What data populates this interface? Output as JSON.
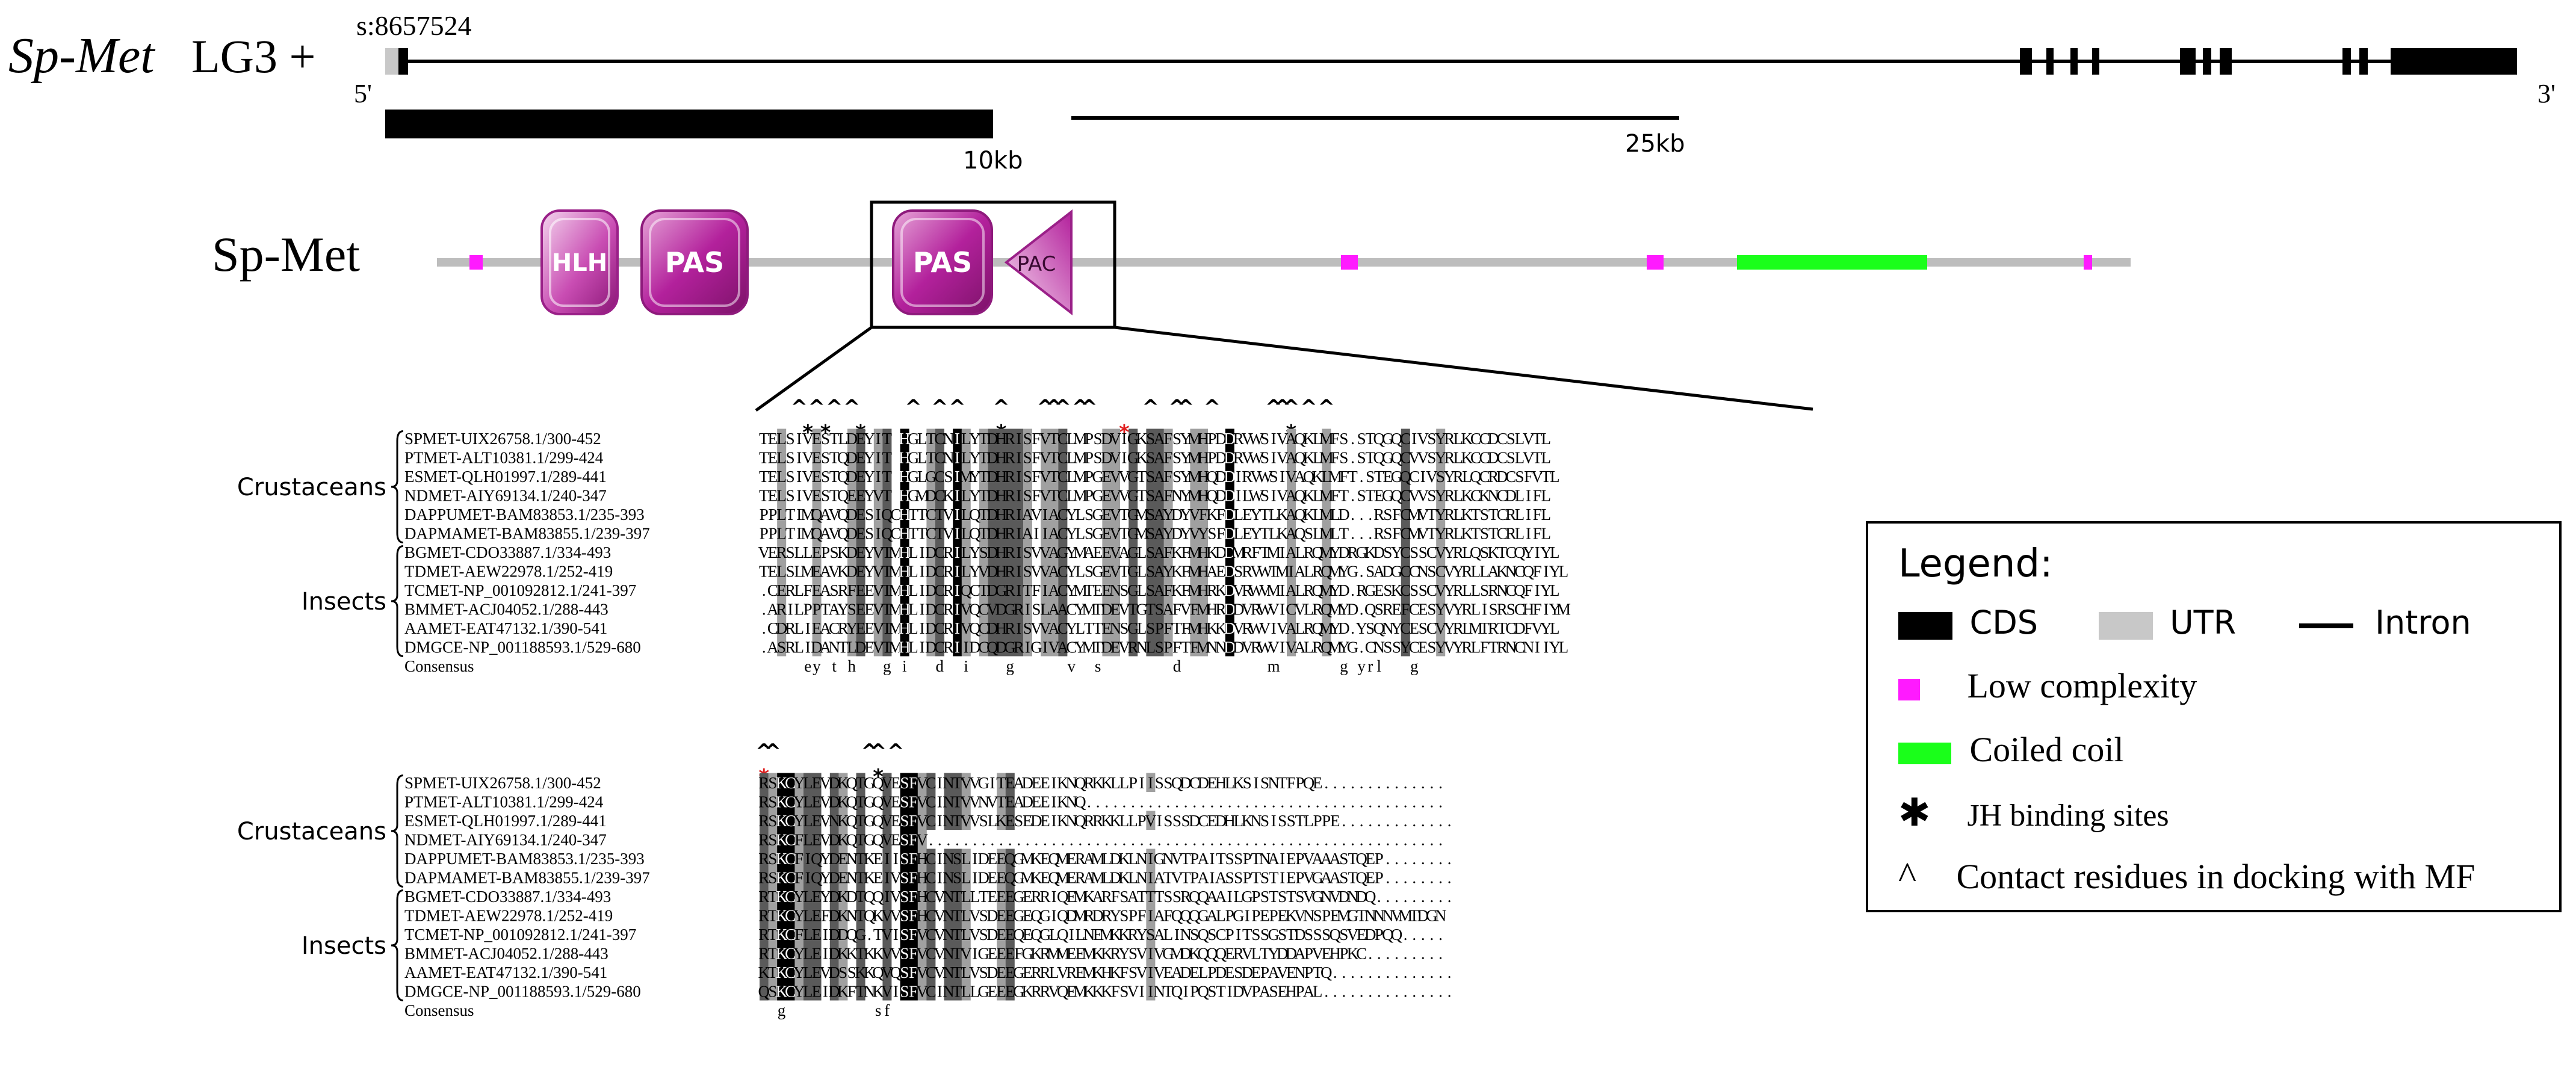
{
  "gene": {
    "name": "Sp-Met",
    "linkage": "LG3 +",
    "start_label": "s:8657524",
    "five_prime": "5'",
    "three_prime": "3'",
    "scale_10": "10kb",
    "scale_25": "25kb"
  },
  "protein": {
    "name": "Sp-Met",
    "domains": [
      {
        "id": "hlh",
        "label": "HLH"
      },
      {
        "id": "pas1",
        "label": "PAS"
      },
      {
        "id": "pas2",
        "label": "PAS"
      },
      {
        "id": "pac",
        "label": "PAC"
      }
    ]
  },
  "alignment": {
    "group_crustaceans": "Crustaceans",
    "group_insects": "Insects",
    "consensus_label": "Consensus",
    "names": [
      "SPMET-UIX26758.1/300-452",
      "PTMET-ALT10381.1/299-424",
      "ESMET-QLH01997.1/289-441",
      "NDMET-AIY69134.1/240-347",
      "DAPPUMET-BAM83853.1/235-393",
      "DAPMAMET-BAM83855.1/239-397",
      "BGMET-CDO33887.1/334-493",
      "TDMET-AEW22978.1/252-419",
      "TCMET-NP_001092812.1/241-397",
      "BMMET-ACJ04052.1/288-443",
      "AAMET-EAT47132.1/390-541",
      "DMGCE-NP_001188593.1/529-680"
    ],
    "block1": {
      "caret_row": "    ^ ^ ^ ^      ^  ^ ^    ^    ^^^ ^^      ^  ^^  ^      ^^^ ^ ^",
      "star_row": "     * *   *               *             *                  *",
      "seqs": [
        "TELSIVESTLDEYIT HGLTCNILYTDHRISFVTCLMPSDVIGKSAFSYMHPDDRVWSIVAQKLMFS.STQGQCIVSYRLKCCDCSLVTL",
        "TELSIVESTQDEYIT HGLTCNILYTDHRISFVTCLMPSDVIGKSAFSYMHPDDRVWSIVAQKLMFS.STQGQCVVSYRLKCCDCSLVTL",
        "TELSIVESTQDEYIT HGLGCSIMYTDHRISFVTCLMPGEVVGTSAFSYMHQDDIRVWSIVAQKLMFT.STEGQCIVSYRLQCRDCSFVTL",
        "TELSIVESTQEEYVT HGMDCKILYTDHRISFVTCLMPGEVVGTSAFNYMHQDDILWSIVAQKLMFT.STEGQCVVSYRLKCKNCDLIFL",
        "PPLTIMQAVQDESIQCHTTCTVILQTDHRIAVIACYLSGEVTGMSAYDYVFKFDLEYTLKAQKLMLD...RSFCMVTYRLKTSTCRLIFL",
        "PPLTIMQAVQDESIQCHTTCTVILQTDHRIAIIACYLSGEVTGMSAYDYVYSFDLEYTLKAQSLMLT...RSFCMVTYRLKTSTCRLIFL",
        "VERSLLEPSKDEYVTMHLIDCRILYSDHRISVVAGYMAEEVAGLSAFKFMHKDDMRFTMIALRQMYDRGKDSYCSSCVYRLQSKTCQYIYL",
        "TELSLMEAVKDEYVTMHLIDCRILYVDHRISVVACYLSGEVTGLSAYKFMHAEDSRVWTMIALRQMYG.SADGCCNSCVYRLLAKNCQFIYL",
        ".CERLFEASRFEEVTMHLIDCRIQCTDGRITFIACYMTEENSGLSAFKFMHRKDVRWVMIALRQMYD.RGESKCSSCVYRLLSRNCQFIYL",
        ".ARILPPTAYSEEVTMHLIDCRIVQCVDGRISLAACYMTDEVTGTSAFVFMHRDDVRWVICVLRQMYD.QSREFCESYVYRLISRSCHFIYM",
        ".CDRLIEACRYEEVTMHLIDCRIVQCDHRISVVACYLTTENSGLSPFTFMHKKDVRWVIVALRQMYD.YSQNYCESCVYRLMTRTCDFVYL",
        ".ASRLIDANTLDEVTMHLIDCRIIDCQDGRIGIVACYMTDEVRNLSPFTFMNNDDVRWVIVALRQMYG.CNSSYCESYVYRLFTRNCNIIYL"
      ],
      "consensus": "     ey t h   g i   d  i    g      v  s        d          m       g yrl   g"
    },
    "block2": {
      "caret_row": "^^          ^^ ^",
      "star_row": "*            *",
      "seqs": [
        "RSKCYLEVDKQTGQVESFVCINTVVGITEADEEIKNQRKKLLPIISSQDCDEHLKSISNTFPQE..............",
        "RSKCYLEVDKQTGQVESFVCINTVVNVTEADEEIKNQ.........................................",
        "RSKCYLEVNKQTGQVESFVCINTVVSLKESEDEIKNQRRKKLLPVISSSDCEDHLKNSISSTLPPE.............",
        "RSKCFLEVDKQTGQVESFV...........................................................",
        "RSKCFIQYDENTKEIISFHCINSLIDEEQGMKEQMERAMLDKLNIGNVTPAITSSPTNAIEPVAAASTQEP........",
        "RSKCFIQYDENTKEIVSFHCINSLIDEEQGMKEQMERAMLDKLNIATVTPAIASSPTSTIEPVGAASTQEP........",
        "RTKCYLEYDKDTQQIVSFHCVNTLLTEEEGERRIQEMKARFSATTTSSRQQAAILGPSTSTSVGNVDNDQ.........",
        "RTKCYLEFDKNTQKVVSFHCVNTLVSDEEGEQGIQDMRDRYSPFIAFQQQGALPGIPEPEKVNSPEMGTNNNVMTDGN",
        "RTKCFLEIDDQG.TVISFVCVNTLVSDEEQEQGLQILNEMKKRYSALINSQSCPITSSGSTDSSSQSVEDPQQ.....",
        "RTKCYLEIDKKTKKVVSFVCVNTVIGEEEFGKRMMEEMKKRYSVIVGMDKQQQERVLTYDDAPVEHPKC.........",
        "KTKCYLEVDSSKKQVQSFVCVNTLVSDEEGERRLVREMKHKFSVIVEADELPDESDEPAVENPTQ..............",
        "QSKCYLEIDKFTNKVISFVCINTLLGEEEGKRRVQEMKKKFSVIINTQIPQSTIDVPASEHPAL..............."
      ],
      "consensus": "  g          sf"
    }
  },
  "legend": {
    "title": "Legend:",
    "cds": "CDS",
    "utr": "UTR",
    "intron": "Intron",
    "low_complexity": "Low complexity",
    "coiled_coil": "Coiled coil",
    "jh_binding": "JH binding sites",
    "jh_symbol": "✱",
    "contact": "Contact residues in docking with MF",
    "contact_symbol": "^"
  },
  "colors": {
    "domain_magenta": "#b3219c",
    "low_complexity": "#ff1aff",
    "coiled_coil": "#1aff1a",
    "utr": "#c8c8c8",
    "red_star": "#e02020"
  }
}
